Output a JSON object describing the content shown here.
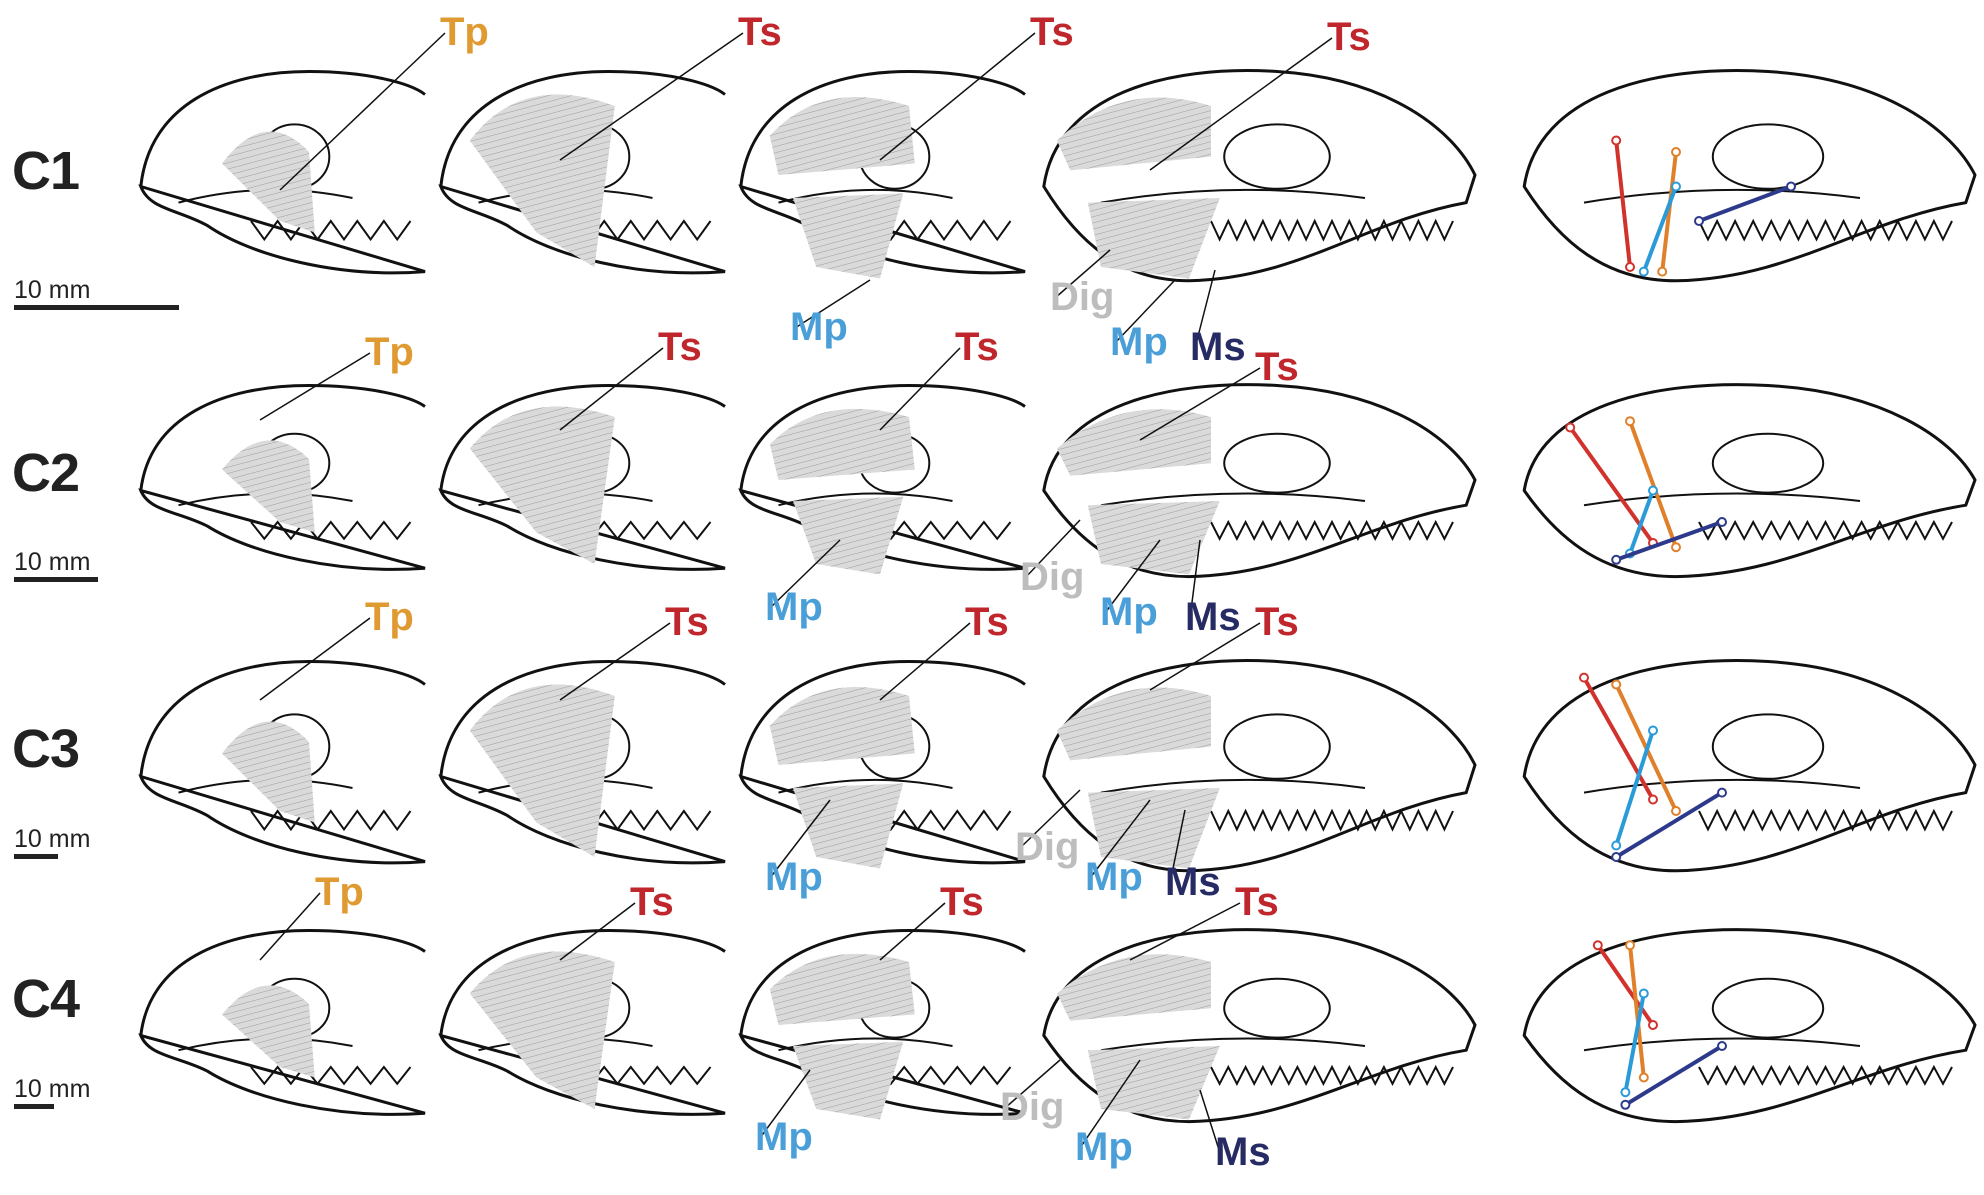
{
  "rows": [
    {
      "label": "C1",
      "scale": "10 mm"
    },
    {
      "label": "C2",
      "scale": "10 mm"
    },
    {
      "label": "C3",
      "scale": "10 mm"
    },
    {
      "label": "C4",
      "scale": "10 mm"
    }
  ],
  "muscles": {
    "Tp": {
      "label": "Tp",
      "color": "#e09a32"
    },
    "Ts": {
      "label": "Ts",
      "color": "#c0272d"
    },
    "Mp": {
      "label": "Mp",
      "color": "#4a9fd8"
    },
    "Ms": {
      "label": "Ms",
      "color": "#262b63"
    },
    "Dig": {
      "label": "Dig",
      "color": "#bdbdbd"
    }
  },
  "colors": {
    "outline": "#111111",
    "muscle_fill": "#d9d9d9",
    "muscle_hatch": "#9a9a9a",
    "line_Ts": "#d1322c",
    "line_Tp": "#e0802a",
    "line_Mp": "#2a9bd8",
    "line_Ms": "#2d3a8c"
  }
}
